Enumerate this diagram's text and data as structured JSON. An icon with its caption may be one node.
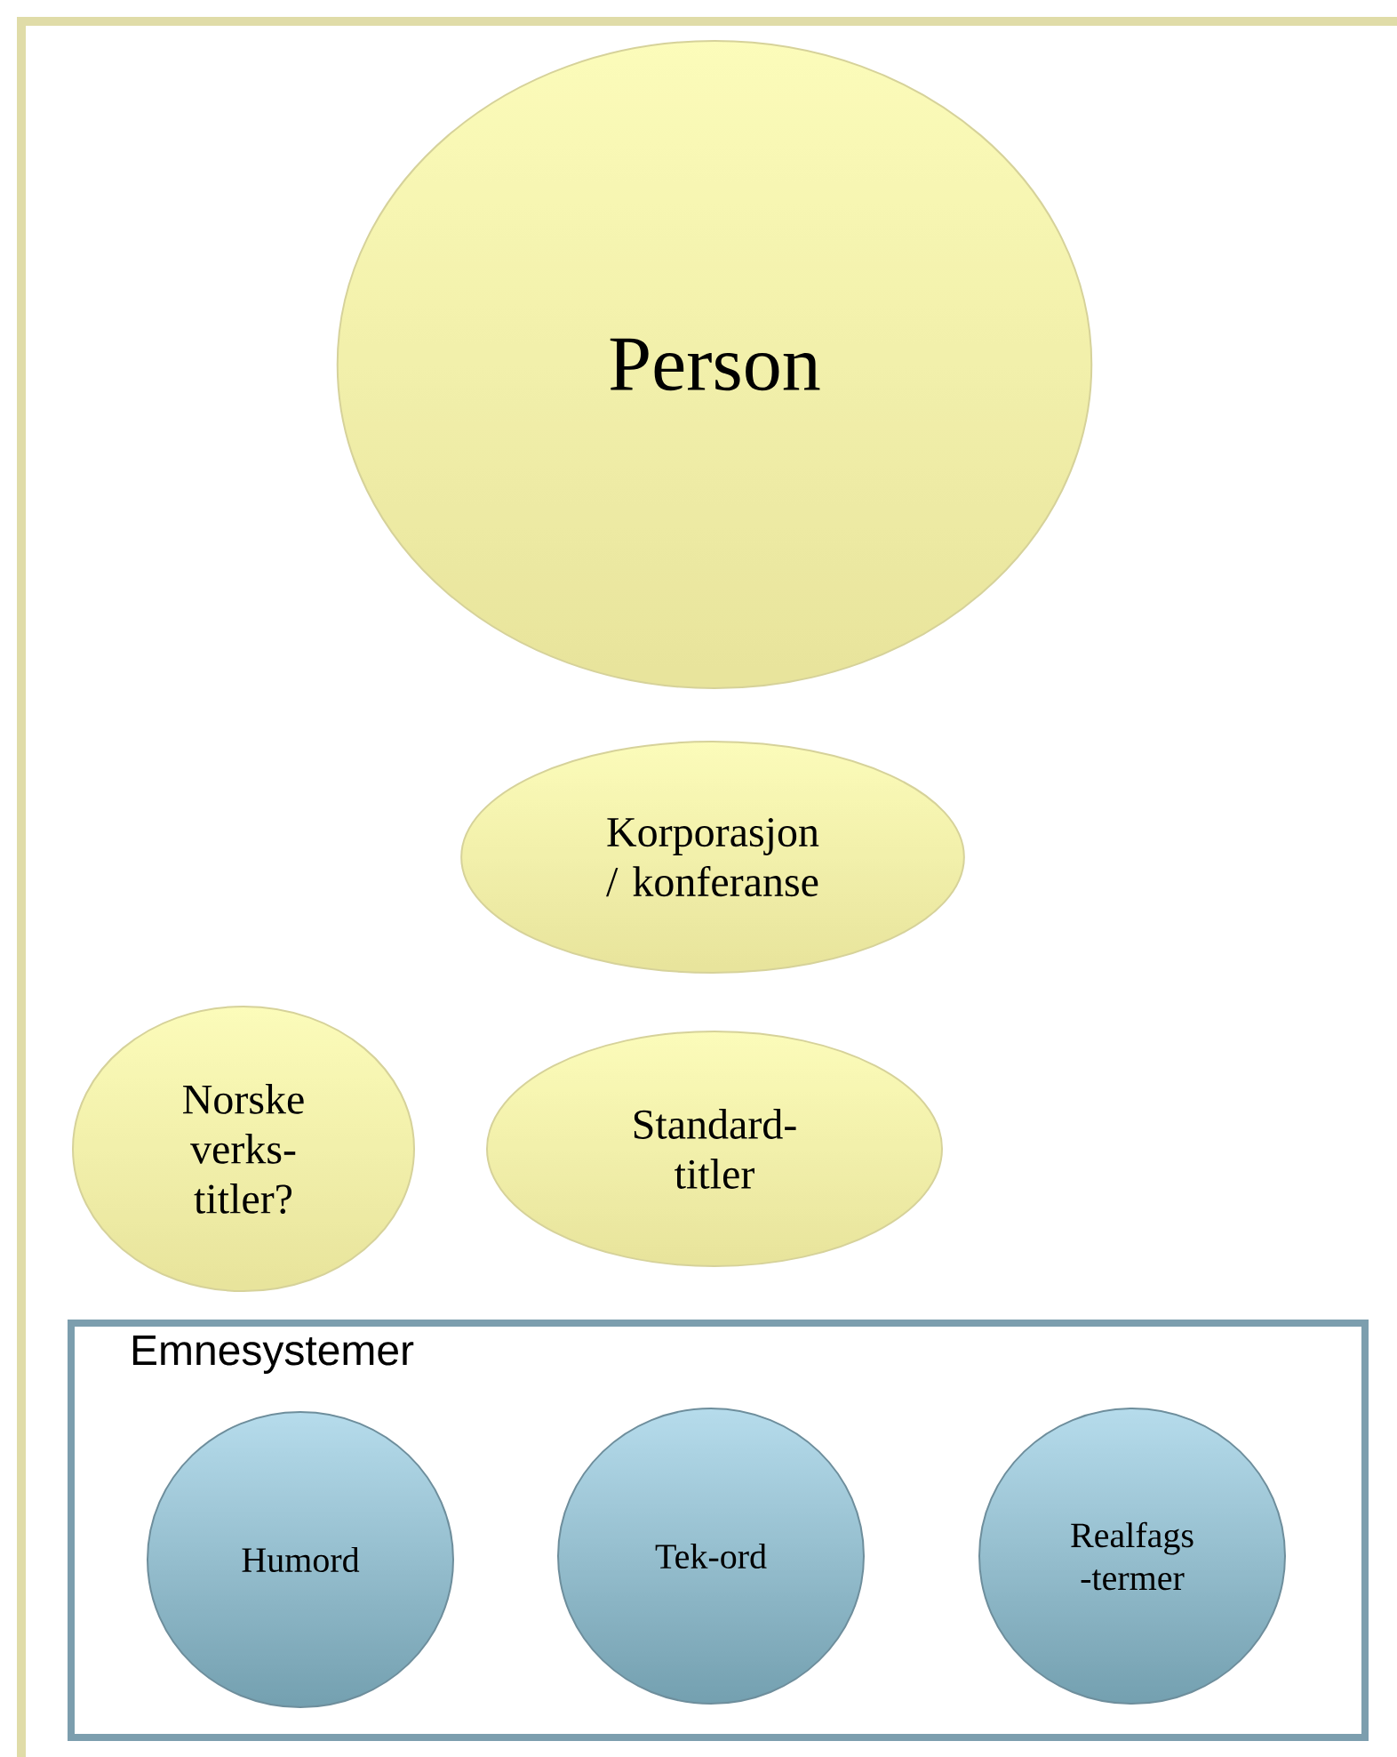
{
  "diagram": {
    "nodes": [
      {
        "text": [
          "Person"
        ]
      },
      {
        "text": [
          "Korporasjon / konferanse"
        ]
      },
      {
        "text": [
          "Norske verks- titler?"
        ]
      },
      {
        "text": [
          "Standard- titler"
        ]
      },
      {
        "text": [
          "Emnesystemer"
        ]
      },
      {
        "text": [
          "Humord"
        ],
        "in": 4
      },
      {
        "text": [
          "Tek-ord"
        ],
        "in": 4
      },
      {
        "text": [
          "Realfags -termer"
        ],
        "in": 4
      }
    ]
  }
}
